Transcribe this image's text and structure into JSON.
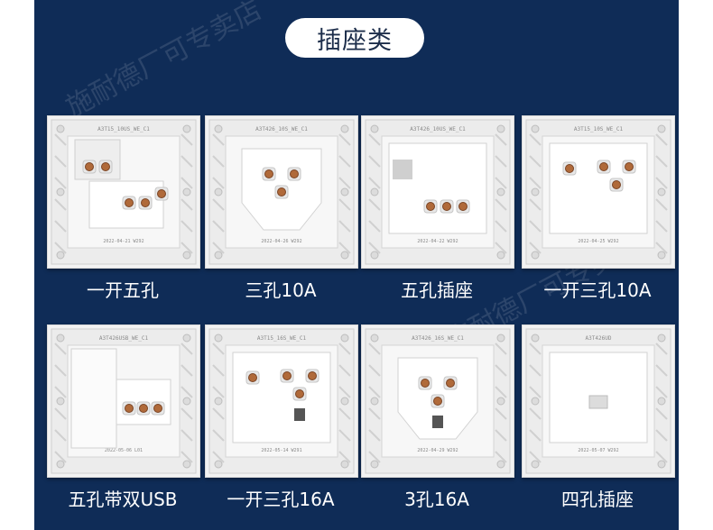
{
  "title": "插座类",
  "watermark": "施耐德厂可专卖店",
  "products": [
    {
      "name": "一开五孔",
      "label": "A3T15_10US_WE_C1",
      "date": "2022-04-21 W292",
      "variant": "switch-five"
    },
    {
      "name": "三孔10A",
      "label": "A3T426_10S_WE_C1",
      "date": "2022-04-26 W292",
      "variant": "three"
    },
    {
      "name": "五孔插座",
      "label": "A3T426_10US_WE_C1",
      "date": "2022-04-22 W292",
      "variant": "five"
    },
    {
      "name": "一开三孔10A",
      "label": "A3T15_10S_WE_C1",
      "date": "2022-04-25 W292",
      "variant": "switch-three"
    },
    {
      "name": "五孔带双USB",
      "label": "A3T426USB_WE_C1",
      "date": "2022-05-06 L01",
      "variant": "usb"
    },
    {
      "name": "一开三孔16A",
      "label": "A3T15_16S_WE_C1",
      "date": "2022-05-14 W291",
      "variant": "switch-three-16"
    },
    {
      "name": "3孔16A",
      "label": "A3T426_16S_WE_C1",
      "date": "2022-04-29 W292",
      "variant": "three-16"
    },
    {
      "name": "四孔插座",
      "label": "A3T426UD",
      "date": "2022-05-07 W292",
      "variant": "four"
    }
  ],
  "colors": {
    "background": "#0f2c57",
    "pill": "#ffffff",
    "caption": "#ffffff",
    "panel": "#f2f2f2",
    "terminal": "#b06a3a"
  }
}
